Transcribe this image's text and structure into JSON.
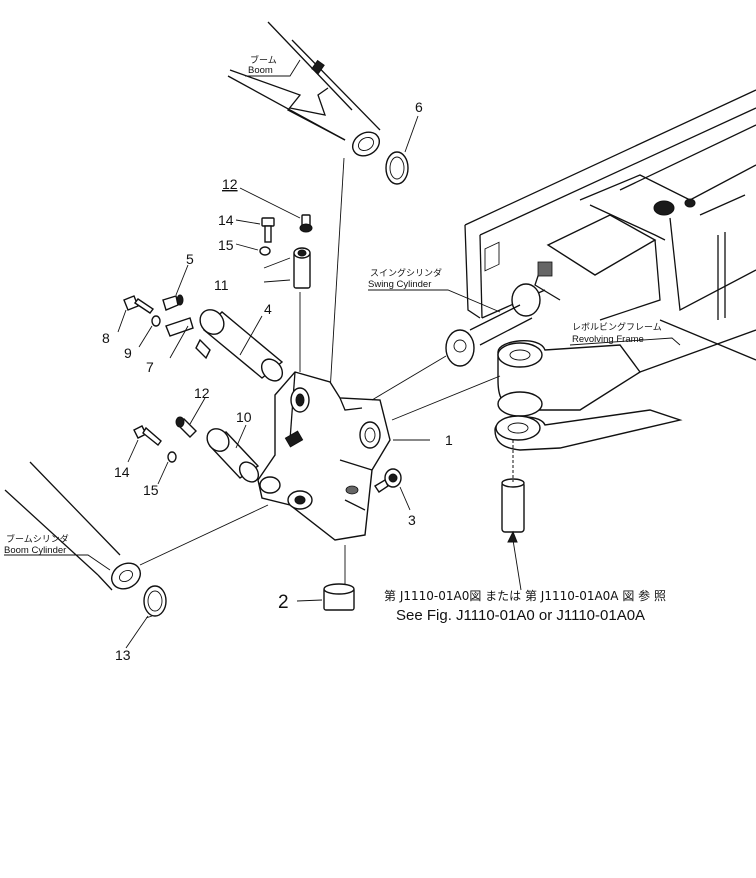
{
  "callouts": {
    "boom_jp": "ブーム",
    "boom_en": "Boom",
    "swing_cylinder_jp": "スイングシリンダ",
    "swing_cylinder_en": "Swing Cylinder",
    "revolving_frame_jp": "レボルビングフレーム",
    "revolving_frame_en": "Revolving Frame",
    "boom_cylinder_jp": "ブームシリンダ",
    "boom_cylinder_en": "Boom Cylinder"
  },
  "reference": {
    "jp": "第 J1110-01A0図 または 第 J1110-01A0A 図 参 照",
    "en": "See Fig. J1110-01A0 or J1110-01A0A"
  },
  "part_numbers": {
    "p1": "1",
    "p2": "2",
    "p3": "3",
    "p4": "4",
    "p5": "5",
    "p6": "6",
    "p7": "7",
    "p8": "8",
    "p9": "9",
    "p10": "10",
    "p11": "11",
    "p12a": "12",
    "p12b": "12",
    "p13": "13",
    "p14a": "14",
    "p14b": "14",
    "p15a": "15",
    "p15b": "15"
  }
}
